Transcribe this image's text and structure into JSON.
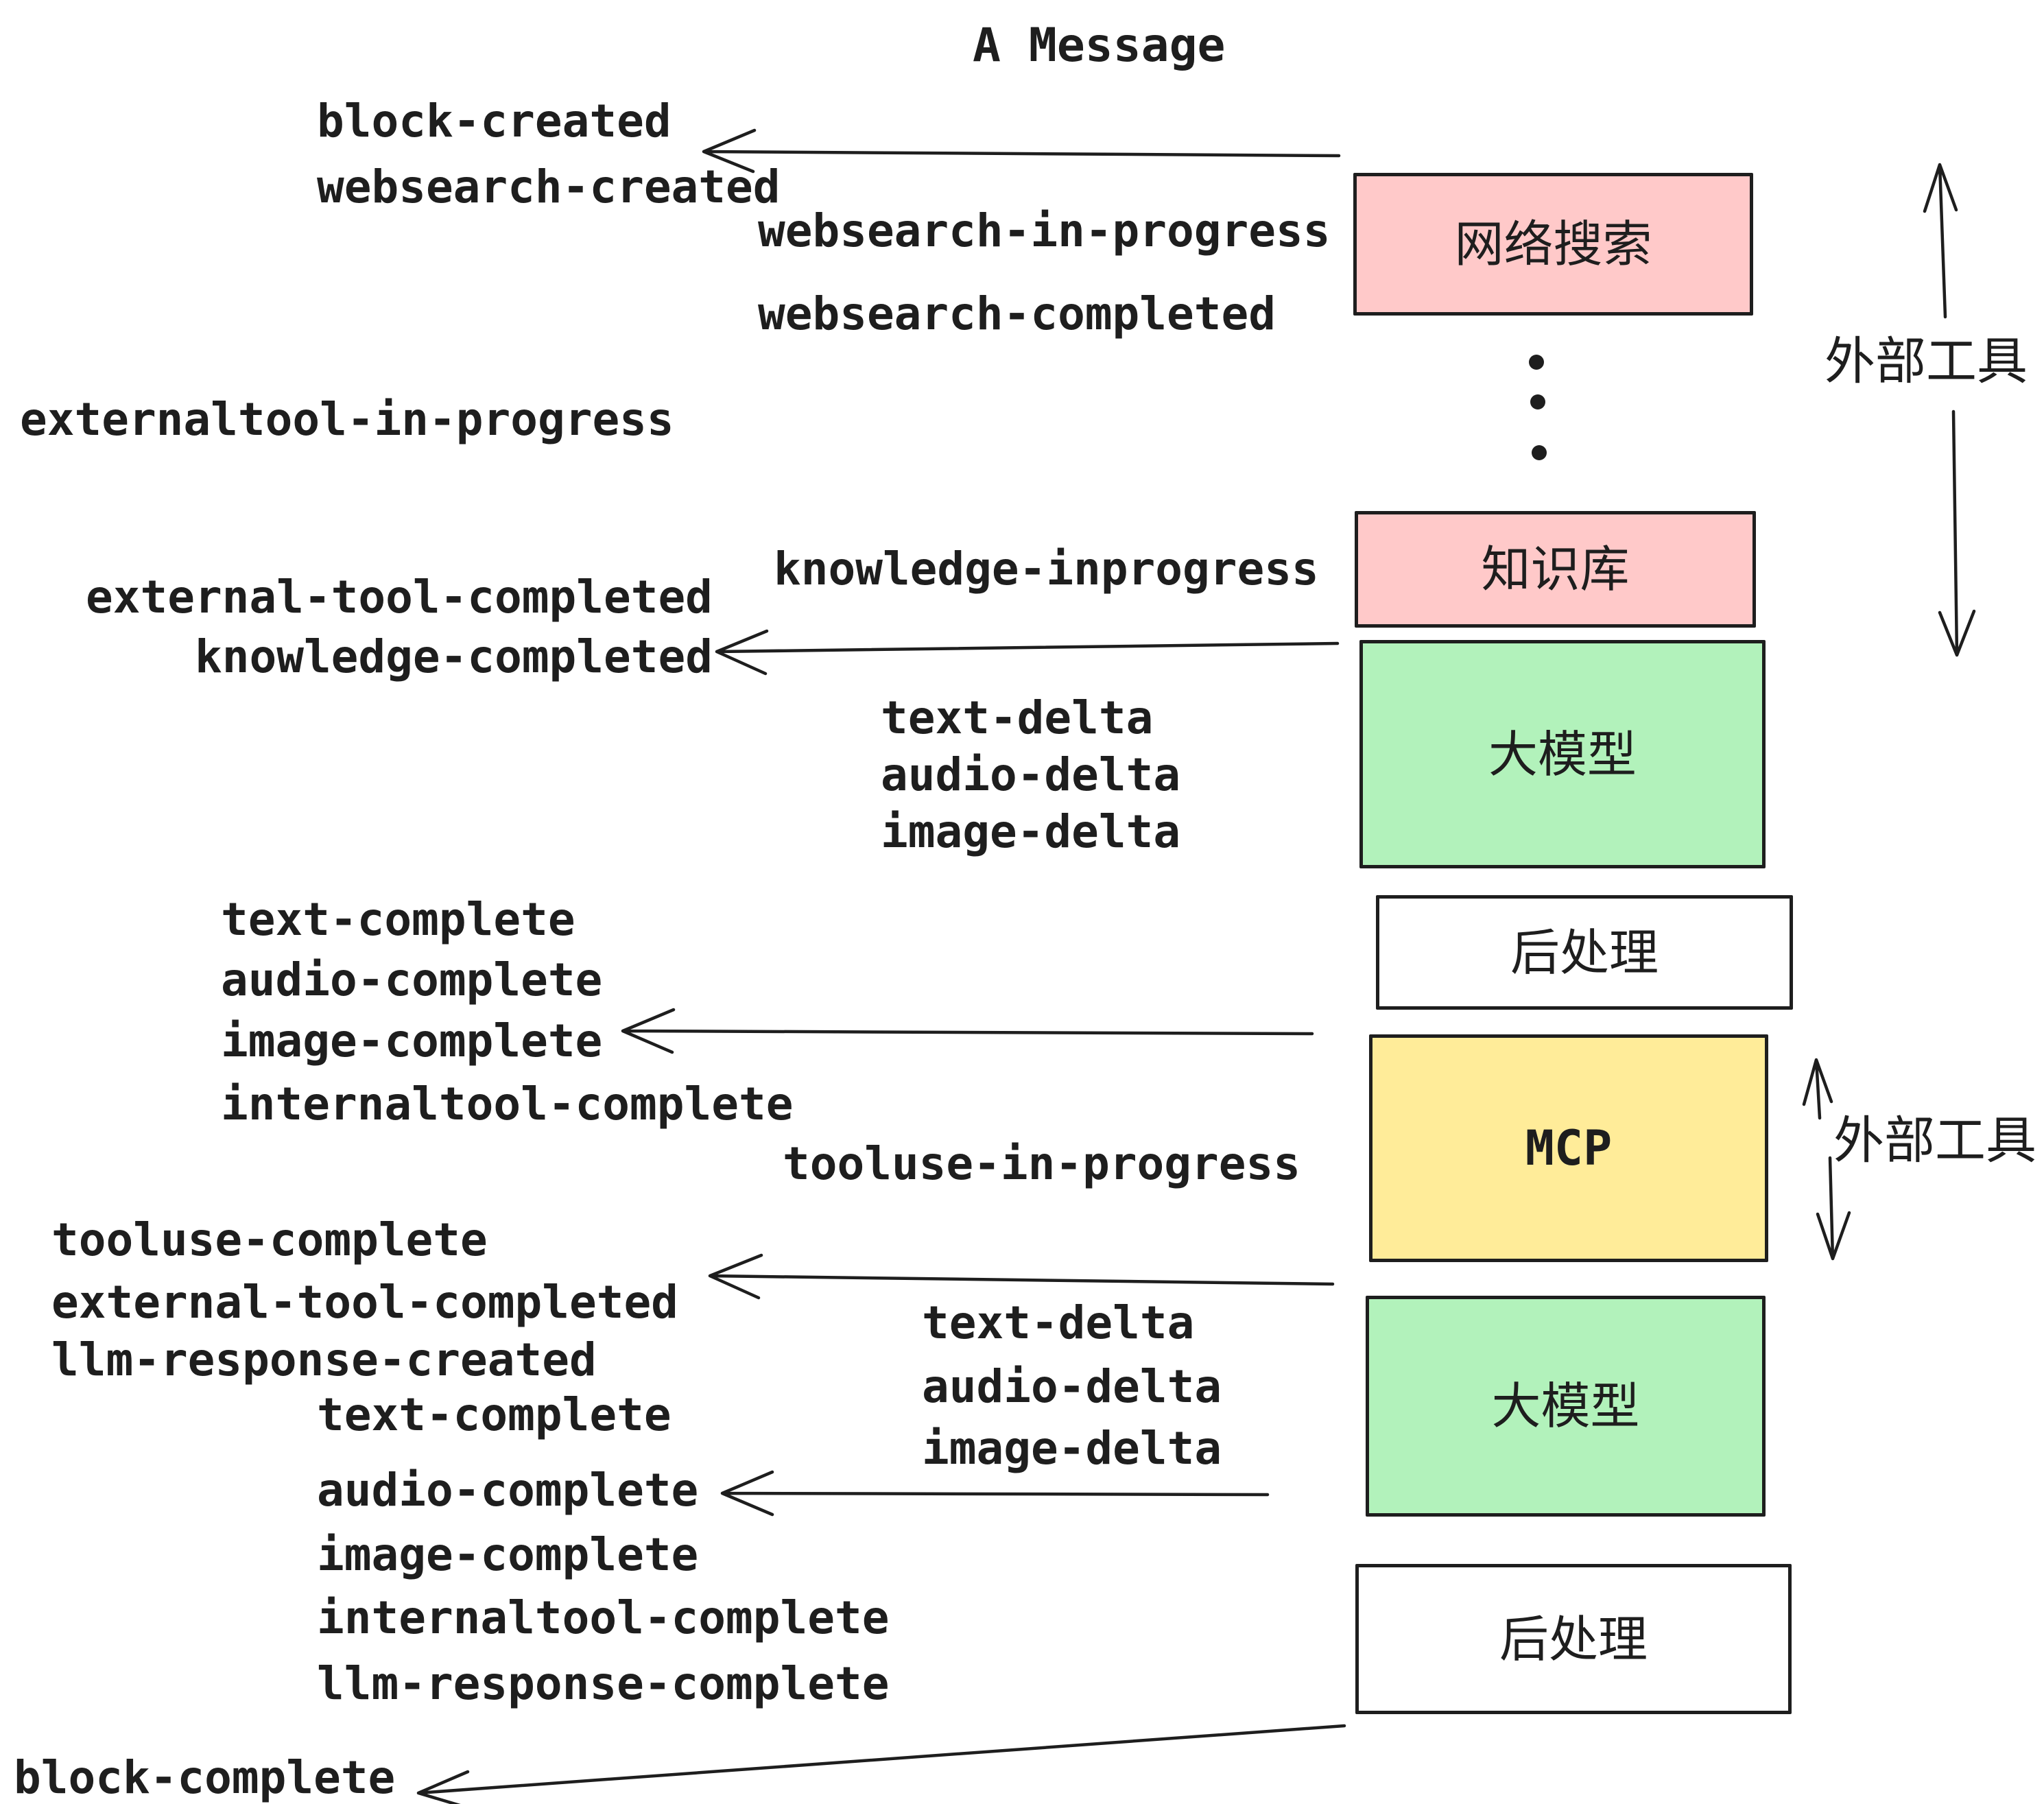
{
  "title": "A Message",
  "colors": {
    "pink": "#ffc9c9",
    "green": "#b2f2bb",
    "yellow": "#ffec99",
    "white": "#ffffff",
    "stroke": "#1e1e1e"
  },
  "boxes": [
    {
      "id": "websearch",
      "label": "网络搜索",
      "fill": "pink"
    },
    {
      "id": "knowledge",
      "label": "知识库",
      "fill": "pink"
    },
    {
      "id": "llm-1",
      "label": "大模型",
      "fill": "green"
    },
    {
      "id": "postprocess-1",
      "label": "后处理",
      "fill": "white"
    },
    {
      "id": "mcp",
      "label": "MCP",
      "fill": "yellow"
    },
    {
      "id": "llm-2",
      "label": "大模型",
      "fill": "green"
    },
    {
      "id": "postprocess-2",
      "label": "后处理",
      "fill": "white"
    }
  ],
  "side_labels": {
    "external_tools_top": "外部工具",
    "external_tools_bottom": "外部工具"
  },
  "events": {
    "block_created": "block-created",
    "websearch_created": "websearch-created",
    "websearch_in_progress": "websearch-in-progress",
    "websearch_completed": "websearch-completed",
    "externaltool_in_progress": "externaltool-in-progress",
    "external_tool_completed": "external-tool-completed",
    "knowledge_inprogress": "knowledge-inprogress",
    "knowledge_completed": "knowledge-completed",
    "text_delta_1": "text-delta",
    "audio_delta_1": "audio-delta",
    "image_delta_1": "image-delta",
    "text_complete_1": "text-complete",
    "audio_complete_1": "audio-complete",
    "image_complete_1": "image-complete",
    "internaltool_complete_1": "internaltool-complete",
    "tooluse_in_progress": "tooluse-in-progress",
    "tooluse_complete": "tooluse-complete",
    "external_tool_completed_2": "external-tool-completed",
    "llm_response_created": "llm-response-created",
    "text_delta_2": "text-delta",
    "audio_delta_2": "audio-delta",
    "image_delta_2": "image-delta",
    "text_complete_2": "text-complete",
    "audio_complete_2": "audio-complete",
    "image_complete_2": "image-complete",
    "internaltool_complete_2": "internaltool-complete",
    "llm_response_complete": "llm-response-complete",
    "block_complete": "block-complete"
  }
}
